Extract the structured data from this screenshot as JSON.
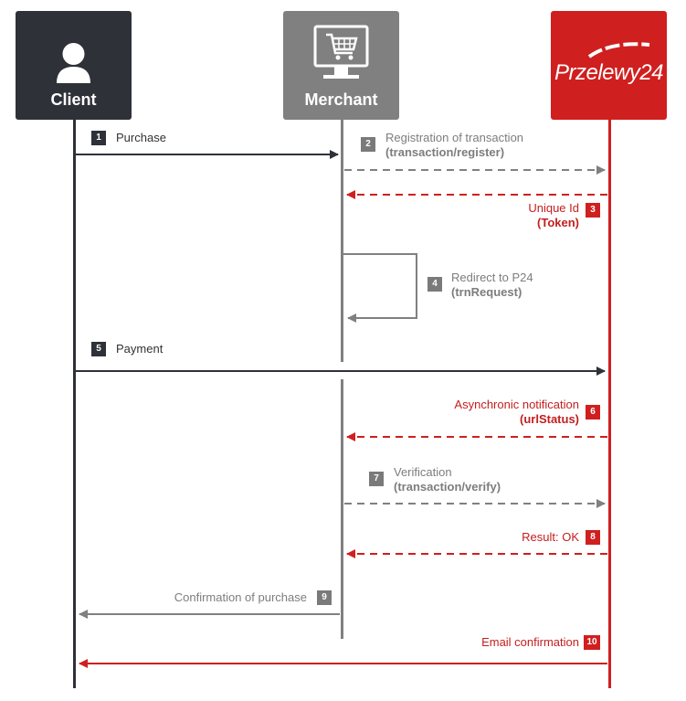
{
  "actors": {
    "client": "Client",
    "merchant": "Merchant",
    "p24_logo": "Przelewy24"
  },
  "steps": [
    {
      "num": "1",
      "line1": "Purchase",
      "line2": ""
    },
    {
      "num": "2",
      "line1": "Registration of transaction",
      "line2": "(transaction/register)"
    },
    {
      "num": "3",
      "line1": "Unique Id",
      "line2": "(Token)"
    },
    {
      "num": "4",
      "line1": "Redirect to P24",
      "line2": "(trnRequest)"
    },
    {
      "num": "5",
      "line1": "Payment",
      "line2": ""
    },
    {
      "num": "6",
      "line1": "Asynchronic notification",
      "line2": "(urlStatus)"
    },
    {
      "num": "7",
      "line1": "Verification",
      "line2": "(transaction/verify)"
    },
    {
      "num": "8",
      "line1": "Result: OK",
      "line2": ""
    },
    {
      "num": "9",
      "line1": "Confirmation of purchase",
      "line2": ""
    },
    {
      "num": "10",
      "line1": "Email confirmation",
      "line2": ""
    }
  ],
  "colors": {
    "client": "#2e3138",
    "merchant": "#808080",
    "p24": "#d01f1f"
  },
  "icons": {
    "client": "user-icon",
    "merchant": "shopping-cart-monitor-icon"
  }
}
